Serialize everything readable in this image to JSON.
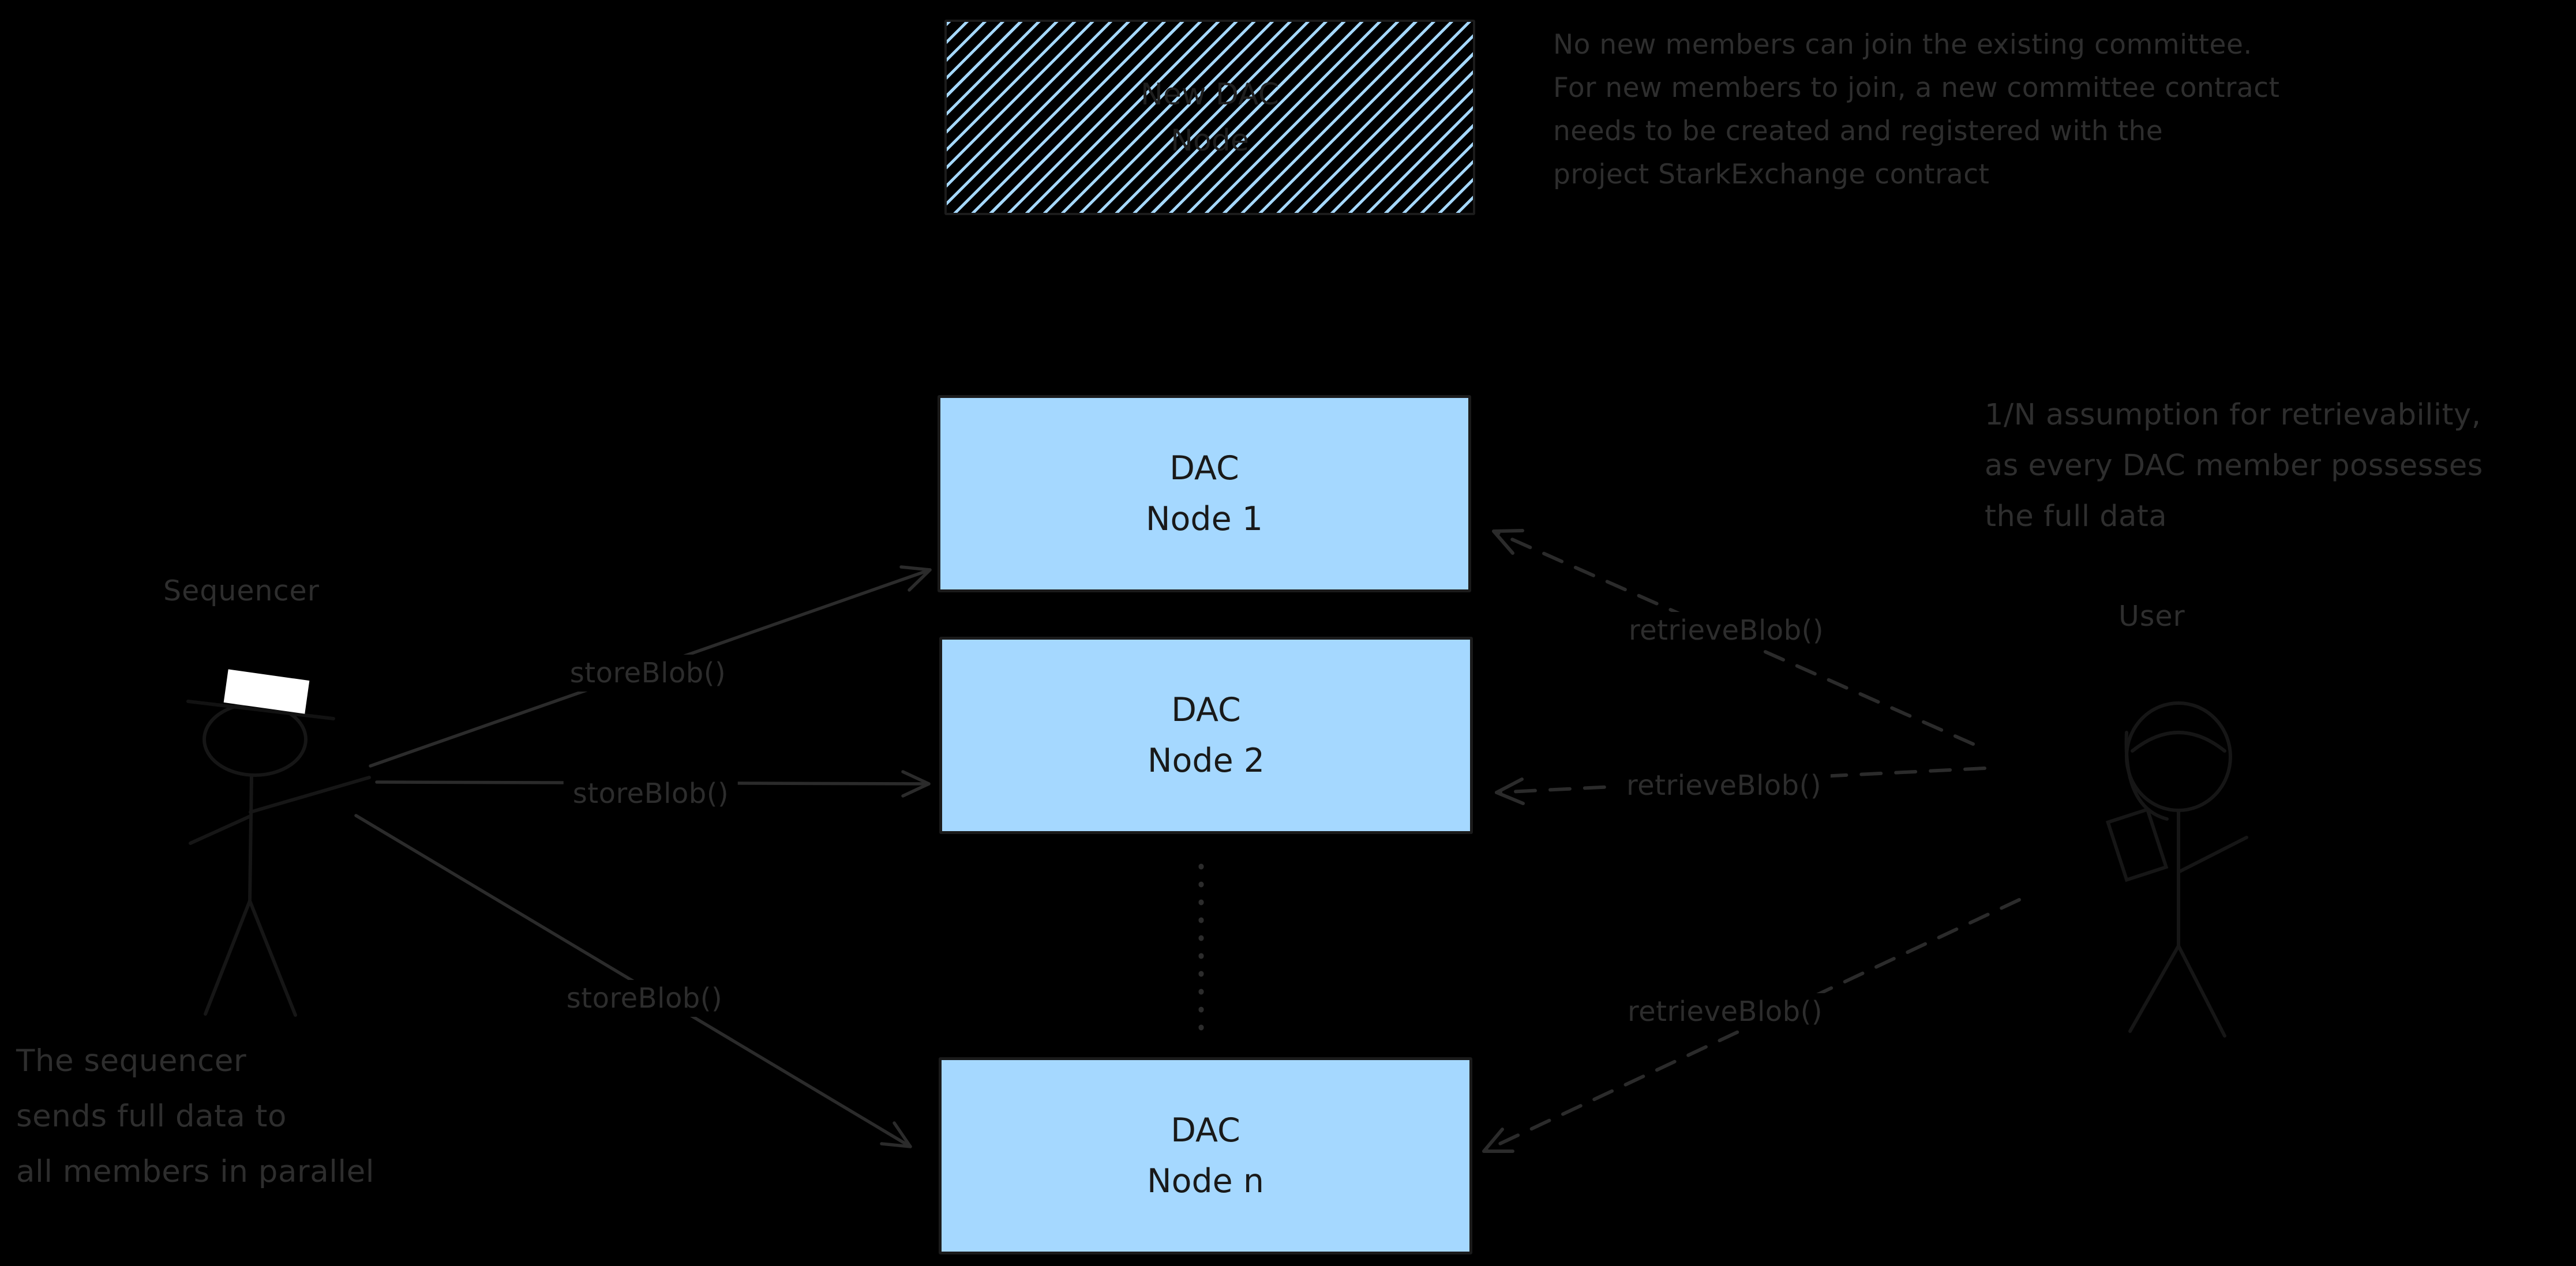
{
  "diagram": {
    "background_color": "#000000",
    "node_fill_color": "#a5d8ff",
    "ink_color": "#2d2d2d",
    "new_dac_box": {
      "label": "New DAC\nNode"
    },
    "nodes": [
      {
        "label": "DAC\nNode 1"
      },
      {
        "label": "DAC\nNode 2"
      },
      {
        "label": "DAC\nNode n"
      }
    ],
    "actors": {
      "sequencer_label": "Sequencer",
      "user_label": "User"
    },
    "edges": {
      "store_labels": [
        "storeBlob()",
        "storeBlob()",
        "storeBlob()"
      ],
      "retrieve_labels": [
        "retrieveBlob()",
        "retrieveBlob()",
        "retrieveBlob()"
      ]
    },
    "annotations": {
      "committee_note": "No new members can join the existing committee.\nFor new members to join, a new committee contract\nneeds to be created and registered with the\nproject StarkExchange contract",
      "retrievability_note": "1/N assumption for retrievability,\nas every DAC member possesses\nthe full data",
      "sequencer_note": "The sequencer\nsends full data to\nall members in parallel"
    }
  }
}
